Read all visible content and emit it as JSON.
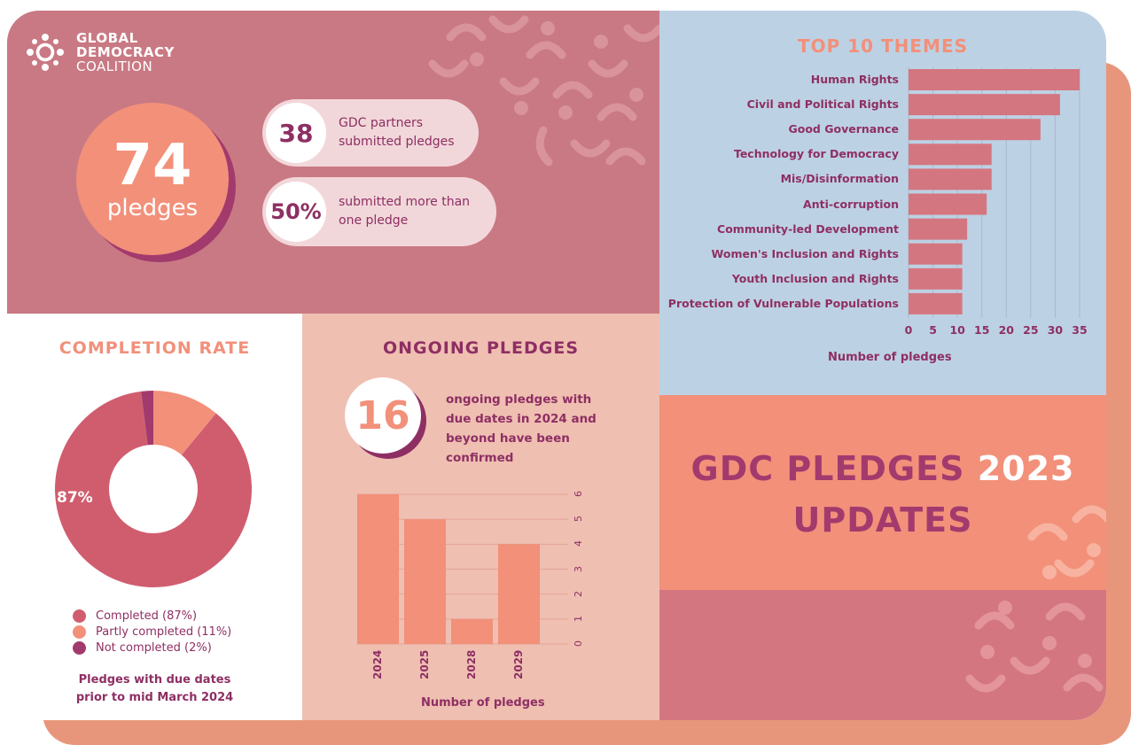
{
  "brand": {
    "line1": "GLOBAL",
    "line2": "DEMOCRACY",
    "line3": "COALITION"
  },
  "summary": {
    "total_pledges": "74",
    "total_label": "pledges",
    "partners_count": "38",
    "partners_text_1": "GDC partners",
    "partners_text_2": "submitted pledges",
    "multi_pct": "50%",
    "multi_text_1": "submitted more than",
    "multi_text_2": "one pledge"
  },
  "themes": {
    "title": "TOP 10 THEMES",
    "xlabel": "Number of pledges"
  },
  "completion": {
    "title": "COMPLETION RATE",
    "center_label": "87%",
    "legend": [
      {
        "label": "Completed (87%)",
        "color": "#d05d6e"
      },
      {
        "label": "Partly completed (11%)",
        "color": "#f2907a"
      },
      {
        "label": "Not completed (2%)",
        "color": "#a33a6d"
      }
    ],
    "note_1": "Pledges with due dates",
    "note_2": "prior to mid March 2024"
  },
  "ongoing": {
    "title": "ONGOING PLEDGES",
    "count": "16",
    "text_1": "ongoing pledges with",
    "text_2": "due dates in 2024 and",
    "text_3": "beyond have been",
    "text_4": "confirmed",
    "xlabel": "Number of pledges"
  },
  "main_title": {
    "part1": "GDC PLEDGES",
    "year": "2023",
    "part2": "UPDATES"
  },
  "colors": {
    "top_panel": "#c97983",
    "themes_panel": "#bdd1e4",
    "bar_theme": "#d47680",
    "bar_ongoing": "#f2907a",
    "accent_dark": "#8e2f63",
    "accent_orange": "#f2907a"
  },
  "chart_data": [
    {
      "type": "bar",
      "orientation": "horizontal",
      "title": "TOP 10 THEMES",
      "xlabel": "Number of pledges",
      "categories": [
        "Human Rights",
        "Civil and Political Rights",
        "Good Governance",
        "Technology for Democracy",
        "Mis/Disinformation",
        "Anti-corruption",
        "Community-led Development",
        "Women's Inclusion and Rights",
        "Youth Inclusion and Rights",
        "Protection of Vulnerable Populations"
      ],
      "values": [
        35,
        31,
        27,
        17,
        17,
        16,
        12,
        11,
        11,
        11
      ],
      "xlim": [
        0,
        35
      ],
      "xticks": [
        "0",
        "5",
        "10",
        "15",
        "20",
        "25",
        "30",
        "35"
      ],
      "grid": true
    },
    {
      "type": "pie",
      "donut": true,
      "title": "COMPLETION RATE",
      "categories": [
        "Completed",
        "Partly completed",
        "Not completed"
      ],
      "values": [
        87,
        11,
        2
      ]
    },
    {
      "type": "bar",
      "title": "ONGOING PLEDGES",
      "xlabel": "Number of pledges",
      "categories": [
        "2024",
        "2025",
        "2028",
        "2029"
      ],
      "values": [
        6,
        5,
        1,
        4
      ],
      "ylim": [
        0,
        6
      ],
      "yticks": [
        "0",
        "1",
        "2",
        "3",
        "4",
        "5",
        "6"
      ],
      "grid": true
    }
  ]
}
